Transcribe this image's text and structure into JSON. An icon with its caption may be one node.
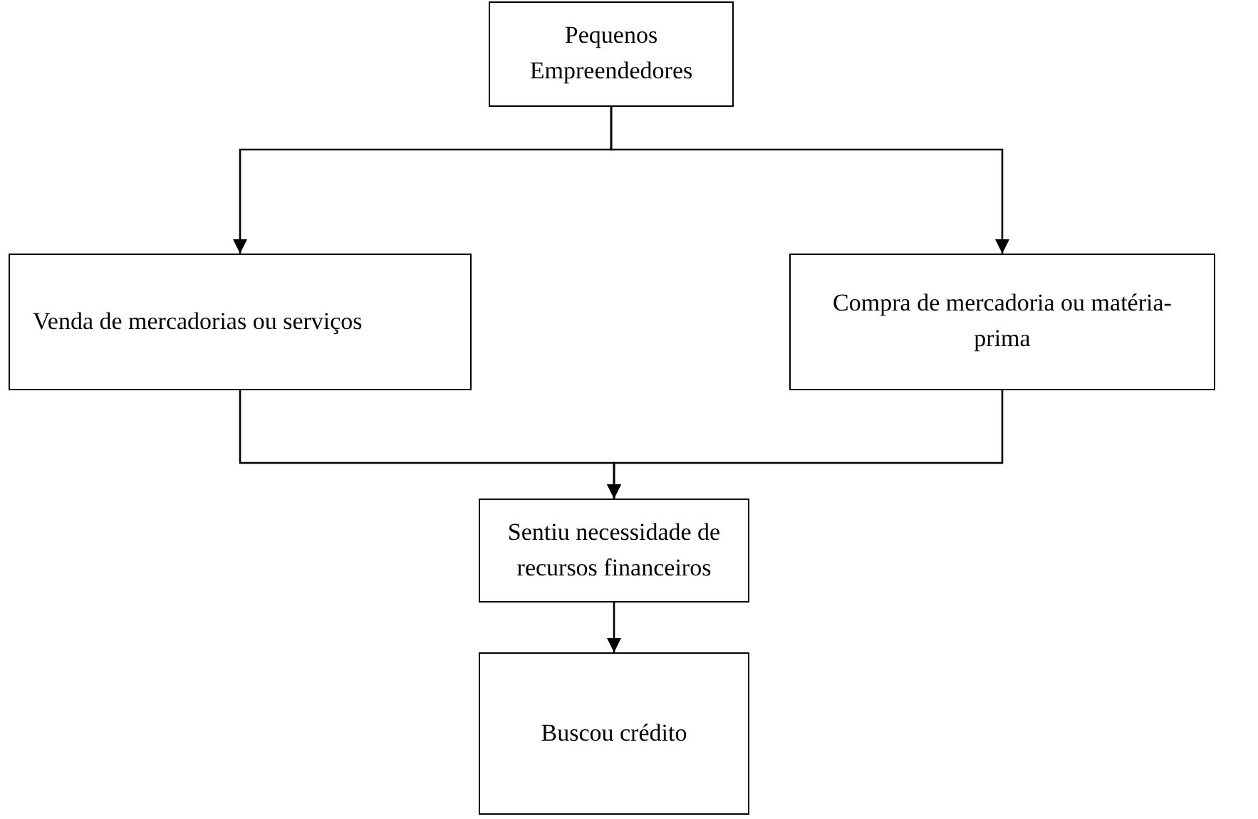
{
  "diagram": {
    "nodes": [
      {
        "text": [
          "Pequenos Empreendedores"
        ]
      },
      {
        "text": [
          "Venda de mercadorias ou serviços"
        ]
      },
      {
        "text": [
          "Compra de mercadoria ou matéria-prima"
        ]
      },
      {
        "text": [
          "Sentiu necessidade de recursos financeiros"
        ]
      },
      {
        "text": [
          "Buscou crédito"
        ]
      }
    ],
    "edges": [
      {
        "from": 0,
        "to": 1,
        "arrow": "to"
      },
      {
        "from": 0,
        "to": 2,
        "arrow": "to"
      },
      {
        "from": 1,
        "to": 3,
        "arrow": "to"
      },
      {
        "from": 2,
        "to": 3,
        "arrow": "to"
      },
      {
        "from": 3,
        "to": 4,
        "arrow": "to"
      }
    ]
  }
}
